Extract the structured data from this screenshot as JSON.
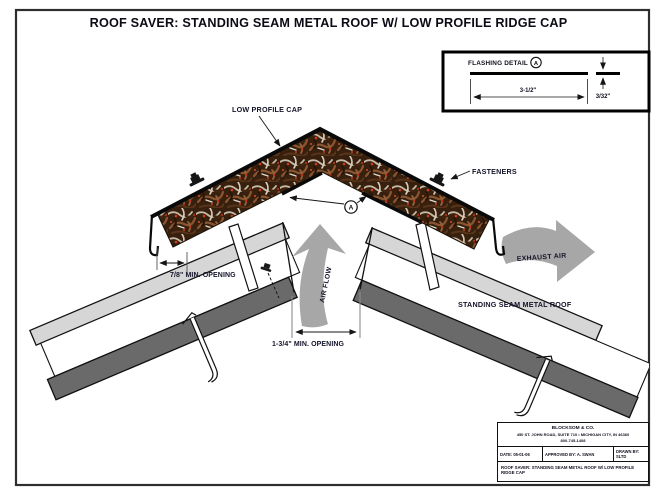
{
  "sheet": {
    "title": "ROOF SAVER: STANDING SEAM METAL ROOF W/ LOW PROFILE RIDGE CAP"
  },
  "flashing_detail": {
    "label": "FLASHING DETAIL",
    "callout_letter": "A",
    "width_dim": "3-1/2\"",
    "thickness_dim": "3/32\""
  },
  "callouts": {
    "low_profile_cap": "LOW PROFILE CAP",
    "fasteners": "FASTENERS",
    "exhaust_air": "EXHAUST AIR",
    "air_flow": "AIR FLOW",
    "standing_seam_metal_roof": "STANDING SEAM METAL ROOF",
    "cap_edge_opening": "7/8\" MIN. OPENING",
    "ridge_slot_opening": "1-3/4\" MIN. OPENING",
    "flashing_callout_letter": "A"
  },
  "title_block": {
    "company": "BLOCKSOM & CO.",
    "address": "450 ST. JOHN ROAD, SUITE 710 • MICHIGAN CITY, IN 46360",
    "phone": "800-745-1408",
    "date": "DATE: 05-01-06",
    "approved": "APPROVED BY: A. SWAN",
    "drawn": "DRAWN BY: SLTD",
    "drawing_title": "ROOF SAVER: STANDING SEAM METAL ROOF W/ LOW PROFILE RIDGE CAP"
  },
  "colors": {
    "line": "#111111",
    "label_text": "#14142a",
    "arrow_gray": "#a7a7a7",
    "deck_dark": "#6a6a6a",
    "deck_light": "#d6d6d6",
    "mesh_brown": "#38200f",
    "mesh_red": "#d23b20"
  }
}
